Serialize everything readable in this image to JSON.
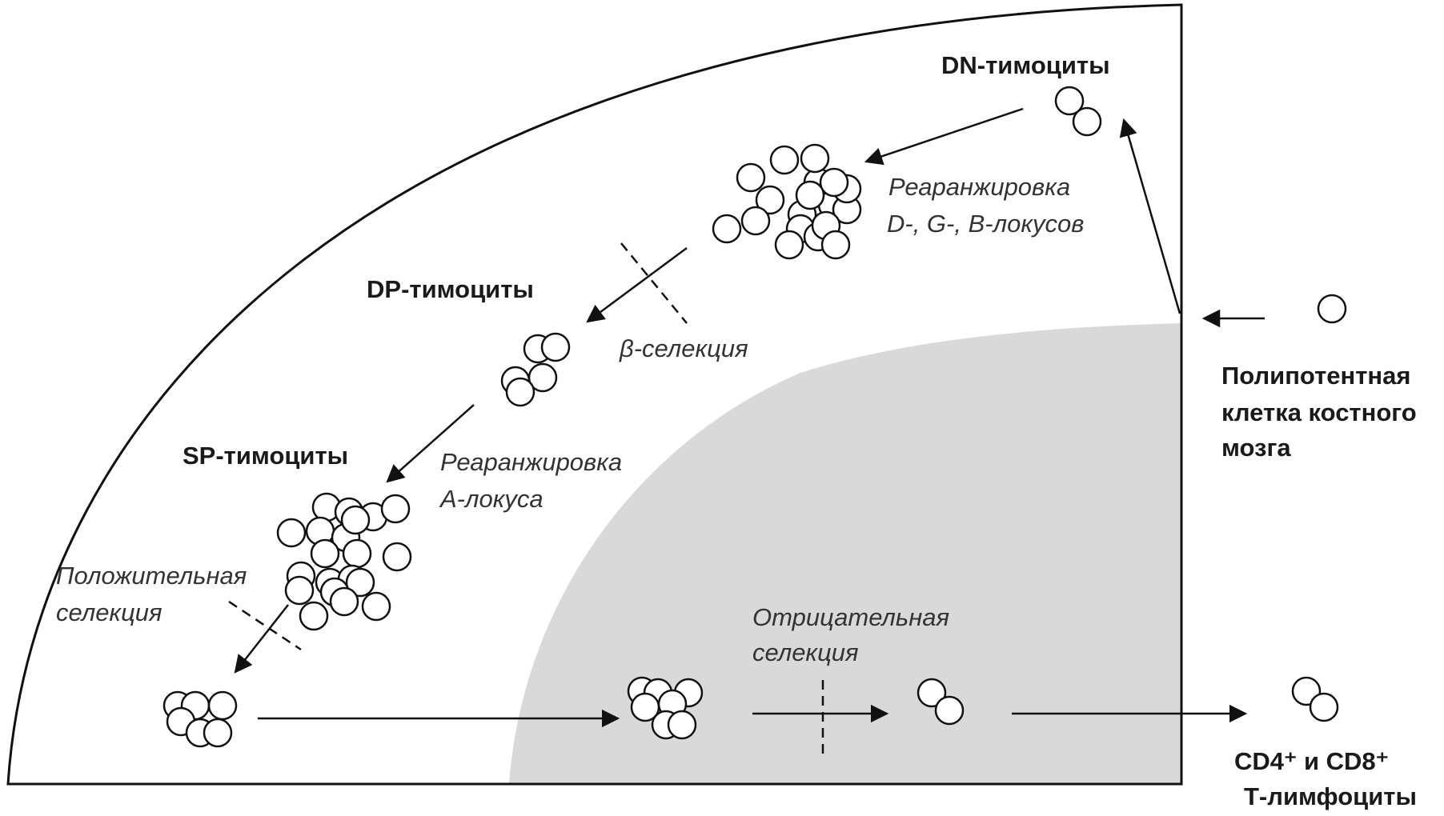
{
  "labels": {
    "dn": "DN-тимоциты",
    "dp": "DP-тимоциты",
    "sp": "SP-тимоциты",
    "rearr_dgb_1": "Реаранжировка",
    "rearr_dgb_2": "D-, G-, B-локусов",
    "beta_selection": "β-селекция",
    "rearr_a_1": "Реаранжировка",
    "rearr_a_2": "А-локуса",
    "positive_1": "Положительная",
    "positive_2": "селекция",
    "negative_1": "Отрицательная",
    "negative_2": "селекция",
    "stem_1": "Полипотентная",
    "stem_2": "клетка костного",
    "stem_3": "мозга",
    "output_1": "CD4⁺ и CD8⁺",
    "output_2": "Т-лимфоциты"
  },
  "colors": {
    "line": "#111111",
    "medulla": "#d9d9d9",
    "cell_fill": "#ffffff"
  }
}
